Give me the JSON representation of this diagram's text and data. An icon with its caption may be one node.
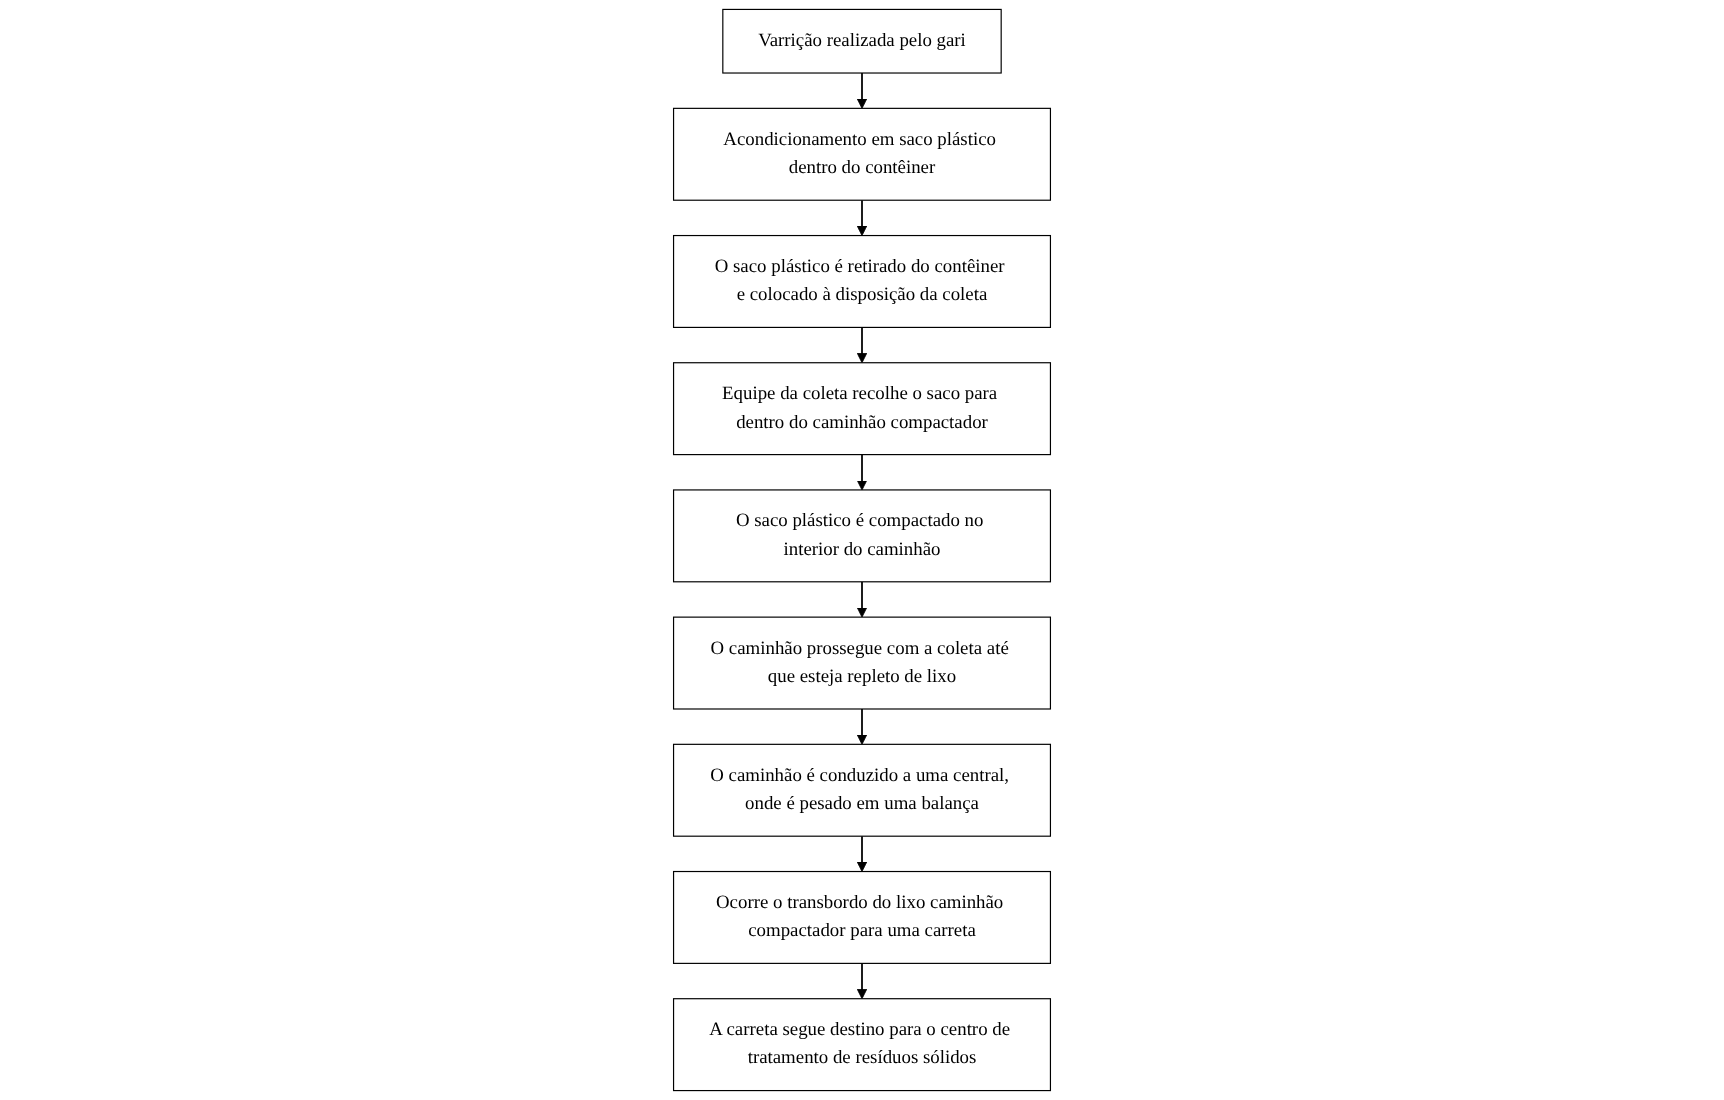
{
  "diagram": {
    "nodes": [
      {
        "text": [
          "Varrição realizada pelo gari"
        ]
      },
      {
        "text": [
          "Acondicionamento em saco plástico dentro do contêiner"
        ]
      },
      {
        "text": [
          "O saco plástico é retirado do contêiner e colocado à disposição da coleta"
        ]
      },
      {
        "text": [
          "O saco plástico é compactado no interior do caminhão"
        ]
      },
      {
        "text": [
          "Equipe da coleta recolhe o saco para dentro do caminhão compactador"
        ]
      },
      {
        "text": [
          "O caminhão prossegue com a coleta até que esteja repleto de lixo"
        ]
      },
      {
        "text": [
          "O caminhão é conduzido a uma central, onde é pesado em uma balança"
        ]
      },
      {
        "text": [
          "A carreta segue destino para o centro de tratamento de resíduos sólidos"
        ]
      },
      {
        "text": [
          "Ocorre o transbordo do lixo caminhão compactador para uma carreta"
        ]
      }
    ],
    "edges": [
      {
        "from": 0,
        "to": 1,
        "arrow": "to"
      },
      {
        "from": 1,
        "to": 2,
        "arrow": "to"
      },
      {
        "from": 2,
        "to": 4,
        "arrow": "to"
      },
      {
        "from": 4,
        "to": 3,
        "arrow": "to"
      },
      {
        "from": 3,
        "to": 5,
        "arrow": "to"
      },
      {
        "from": 5,
        "to": 6,
        "arrow": "to"
      },
      {
        "from": 6,
        "to": 8,
        "arrow": "to"
      },
      {
        "from": 8,
        "to": 7,
        "arrow": "to"
      }
    ]
  }
}
